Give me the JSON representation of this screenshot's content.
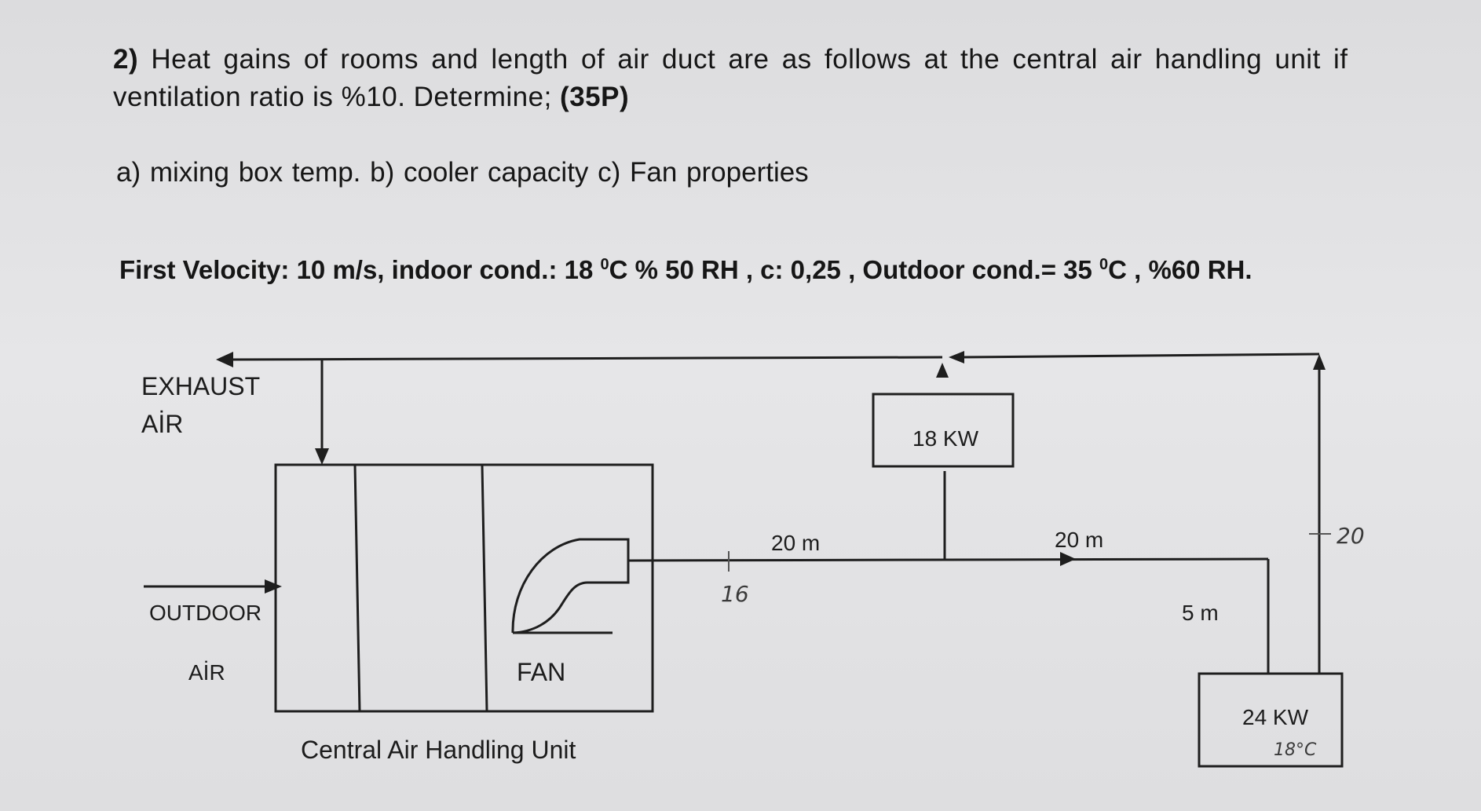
{
  "question": {
    "number": "2)",
    "line1_text": " Heat gains of rooms and length of air duct are as follows at the central air handling unit if",
    "line2_text": "ventilation ratio is %10. Determine; ",
    "points": "(35P)",
    "parts": "a) mixing box temp. b) cooler capacity  c) Fan properties",
    "conditions_pre": "First Velocity: 10 m/s, indoor cond.: 18 ",
    "conditions_mid1": "C % 50 RH , c: 0,25 , Outdoor cond.= 35 ",
    "conditions_mid2": "C , %60 RH.",
    "degree": "0"
  },
  "diagram": {
    "exhaust_air_line1": "EXHAUST",
    "exhaust_air_line2": "AİR",
    "outdoor_air_line1": "OUTDOOR",
    "outdoor_air_line2": "AİR",
    "fan_label": "FAN",
    "ahu_caption": "Central Air Handling Unit",
    "room1_load": "18 KW",
    "room2_load": "24 KW",
    "duct_len_1": "20 m",
    "duct_len_2": "20 m",
    "duct_len_3": "5 m",
    "handwritten_16": "16",
    "handwritten_20": "20",
    "handwritten_18c": "18°C"
  }
}
